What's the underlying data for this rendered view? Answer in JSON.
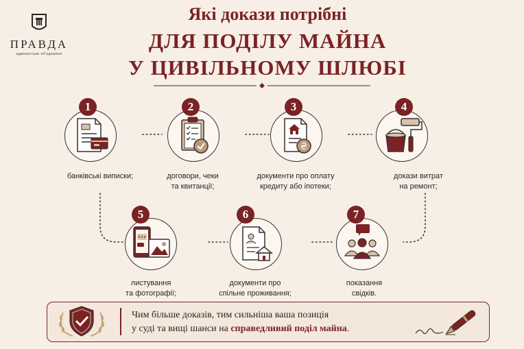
{
  "logo": {
    "name": "ПРАВДА",
    "subtitle": "адвокатське об'єднання"
  },
  "title": {
    "line1": "Які докази потрібні",
    "line2": "ДЛЯ ПОДІЛУ МАЙНА",
    "line3": "У ЦИВІЛЬНОМУ ШЛЮБІ"
  },
  "steps": [
    {
      "number": "1",
      "icon": "bank-statement-icon",
      "line1": "банківські виписки;",
      "line2": ""
    },
    {
      "number": "2",
      "icon": "clipboard-check-icon",
      "line1": "договори, чеки",
      "line2": "та квитанції;"
    },
    {
      "number": "3",
      "icon": "mortgage-document-icon",
      "line1": "документи про оплату",
      "line2": "кредиту або іпотеки;"
    },
    {
      "number": "4",
      "icon": "paint-roller-icon",
      "line1": "докази витрат",
      "line2": "на ремонт;"
    },
    {
      "number": "5",
      "icon": "phone-chat-icon",
      "line1": "листування",
      "line2": "та фотографії;"
    },
    {
      "number": "6",
      "icon": "cohabitation-document-icon",
      "line1": "документи про",
      "line2": "спільне проживання;"
    },
    {
      "number": "7",
      "icon": "witnesses-icon",
      "line1": "показання",
      "line2": "свідків."
    }
  ],
  "bottom": {
    "line1": "Чим більше доказів, тим сильніша ваша позиція",
    "line2_pre": "у суді та вищі шанси на ",
    "line2_highlight": "справедливий поділ майна",
    "line2_post": "."
  },
  "colors": {
    "accent": "#7a2324",
    "background": "#f7efe6",
    "beige": "#d8c2a8",
    "ink": "#2b2424"
  }
}
